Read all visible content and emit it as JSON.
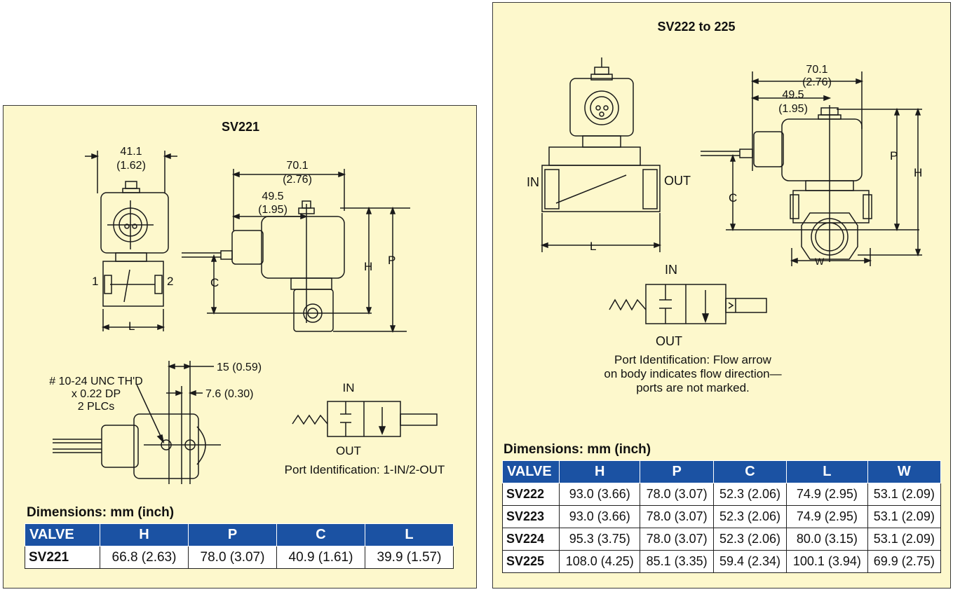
{
  "left": {
    "title": "SV221",
    "front_view": {
      "width_dim": "41.1",
      "width_dim_in": "(1.62)",
      "port_left": "1",
      "port_right": "2",
      "length_label": "L"
    },
    "side_view": {
      "dim_overall": "70.1",
      "dim_overall_in": "(2.76)",
      "dim_center": "49.5",
      "dim_center_in": "(1.95)",
      "label_c": "C",
      "label_h": "H",
      "label_p": "P"
    },
    "mount_view": {
      "thread_line1": "# 10-24 UNC TH'D",
      "thread_line2": "x 0.22 DP",
      "thread_line3": "2 PLCs",
      "dim_15": "15 (0.59)",
      "dim_7": "7.6 (0.30)"
    },
    "symbol": {
      "in_label": "IN",
      "out_label": "OUT"
    },
    "port_note": "Port Identification: 1-IN/2-OUT",
    "dims_title": "Dimensions: mm (inch)",
    "table": {
      "headers": [
        "VALVE",
        "H",
        "P",
        "C",
        "L"
      ],
      "rows": [
        [
          "SV221",
          "66.8 (2.63)",
          "78.0 (3.07)",
          "40.9 (1.61)",
          "39.9 (1.57)"
        ]
      ]
    }
  },
  "right": {
    "title": "SV222 to 225",
    "front_view": {
      "in_label": "IN",
      "out_label": "OUT",
      "length_label": "L"
    },
    "side_view": {
      "dim_overall": "70.1",
      "dim_overall_in": "(2.76)",
      "dim_center": "49.5",
      "dim_center_in": "(1.95)",
      "label_c": "C",
      "label_p": "P",
      "label_h": "H",
      "label_w": "W"
    },
    "symbol": {
      "in_label": "IN",
      "out_label": "OUT"
    },
    "port_note": {
      "line1": "Port Identification: Flow arrow",
      "line2": "on body indicates flow direction—",
      "line3": "ports are not marked."
    },
    "dims_title": "Dimensions: mm (inch)",
    "table": {
      "headers": [
        "VALVE",
        "H",
        "P",
        "C",
        "L",
        "W"
      ],
      "rows": [
        [
          "SV222",
          "93.0 (3.66)",
          "78.0 (3.07)",
          "52.3 (2.06)",
          "74.9 (2.95)",
          "53.1 (2.09)"
        ],
        [
          "SV223",
          "93.0 (3.66)",
          "78.0 (3.07)",
          "52.3 (2.06)",
          "74.9 (2.95)",
          "53.1 (2.09)"
        ],
        [
          "SV224",
          "95.3 (3.75)",
          "78.0 (3.07)",
          "52.3 (2.06)",
          "80.0 (3.15)",
          "53.1 (2.09)"
        ],
        [
          "SV225",
          "108.0 (4.25)",
          "85.1 (3.35)",
          "59.4 (2.34)",
          "100.1 (3.94)",
          "69.9 (2.75)"
        ]
      ]
    }
  },
  "colors": {
    "panel_bg": "#fdf8cc",
    "table_header": "#1b52a3",
    "line": "#1a1a1a"
  }
}
